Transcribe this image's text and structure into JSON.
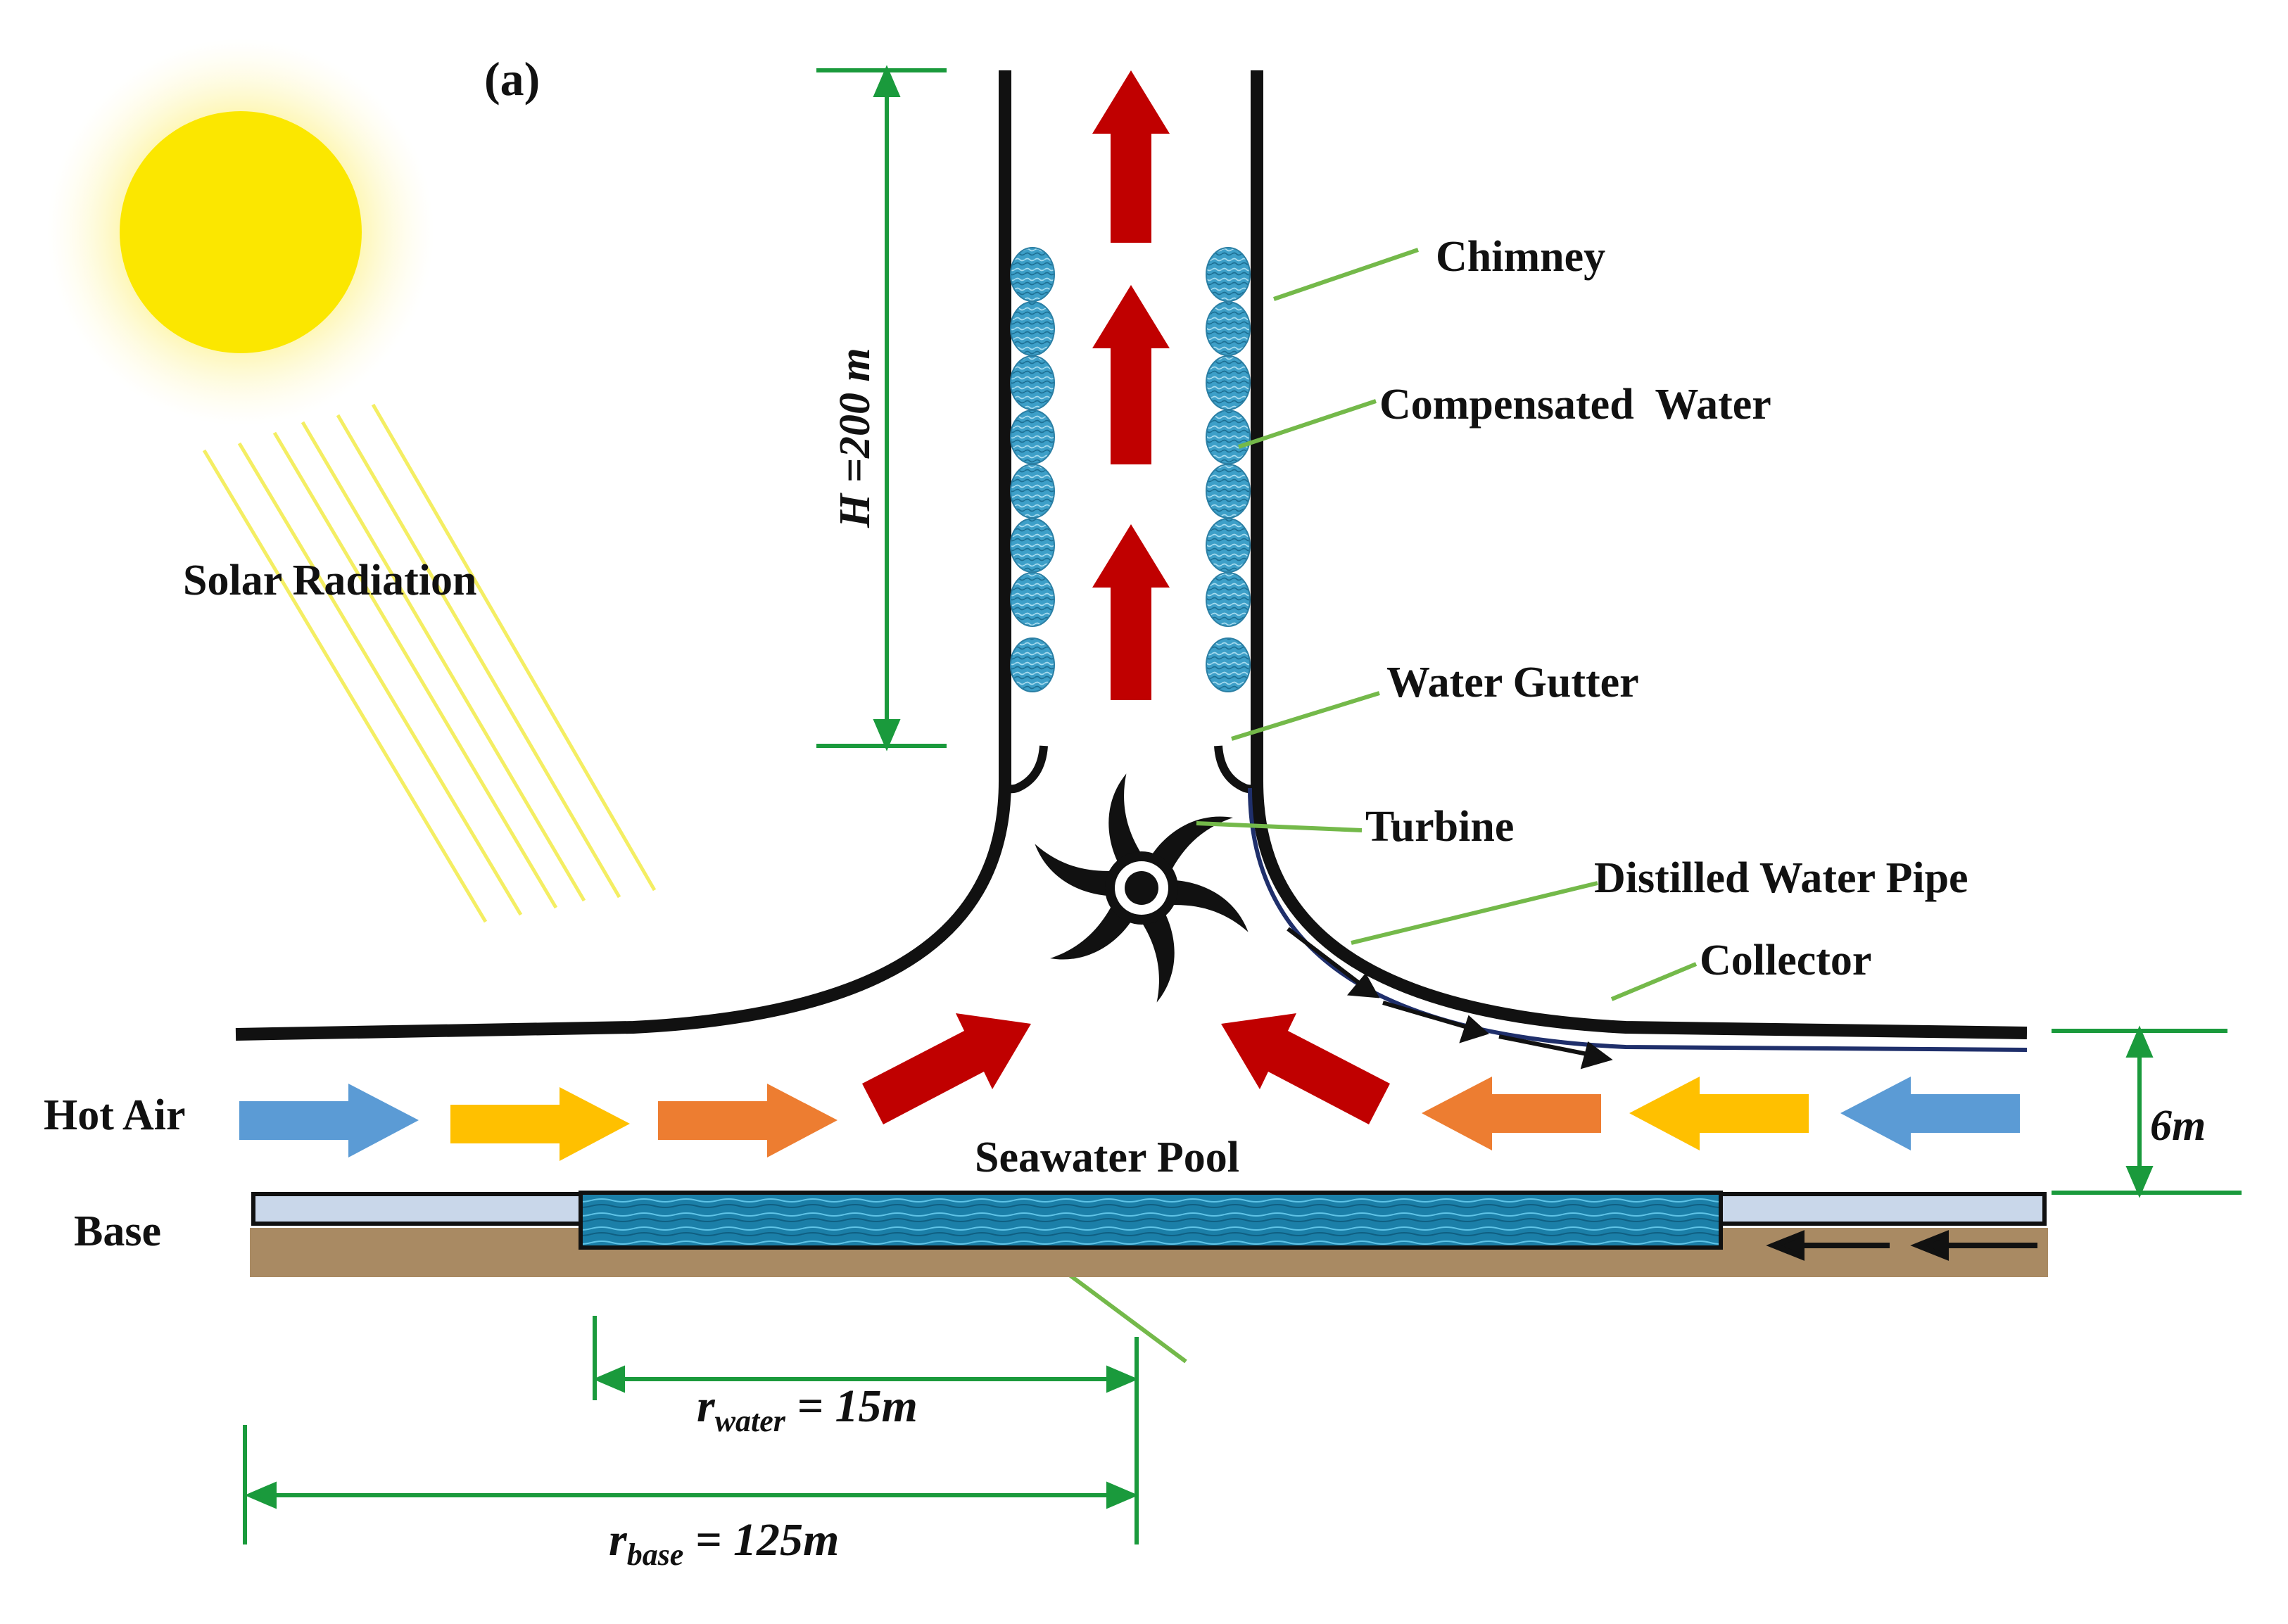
{
  "panel_label": "(a)",
  "labels": {
    "solar_radiation": "Solar Radiation",
    "chimney": "Chimney",
    "compensated_water": "Compensated  Water",
    "water_gutter": "Water Gutter",
    "turbine": "Turbine",
    "distilled_water_pipe": "Distilled Water Pipe",
    "collector": "Collector",
    "hot_air": "Hot Air",
    "seawater_pool": "Seawater Pool",
    "base": "Base"
  },
  "dimensions": {
    "chimney_height": "H =200 m",
    "collector_height": "6m",
    "r_water_symbol": "r",
    "r_water_sub": "water",
    "r_water_value": " = 15m",
    "r_base_symbol": "r",
    "r_base_sub": "base",
    "r_base_value": " = 125m"
  },
  "colors": {
    "sun": "#fbe700",
    "sun_glow": "#fdf6a8",
    "rays": "#f5f06a",
    "structure": "#111111",
    "pointer_lines": "#74b94a",
    "dimension_lines": "#1a9a3c",
    "arrow_blue": "#5b9bd5",
    "arrow_yellow": "#ffc000",
    "arrow_orange": "#ed7d31",
    "arrow_red": "#c00000",
    "water_drop": "#3d9fc8",
    "seawater": "#1b7fa8",
    "soil": "#a98a63",
    "base_plate": "#c9d7ea",
    "pipe": "#1f2f6b"
  },
  "icons": [
    "sun-icon",
    "turbine-icon",
    "water-drop-icon"
  ]
}
